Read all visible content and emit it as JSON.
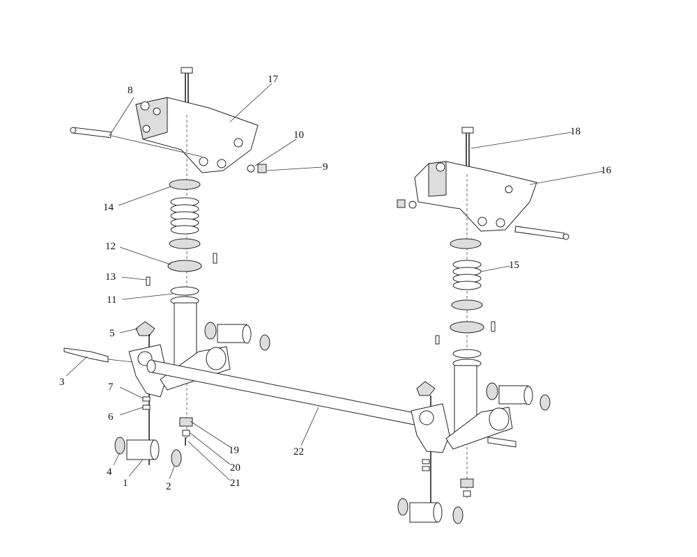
{
  "title": "Rear suspension exploded view",
  "callouts": [
    "1",
    "2",
    "3",
    "4",
    "5",
    "6",
    "7",
    "8",
    "9",
    "10",
    "11",
    "12",
    "13",
    "14",
    "15",
    "16",
    "17",
    "18",
    "19",
    "20",
    "21",
    "22"
  ]
}
